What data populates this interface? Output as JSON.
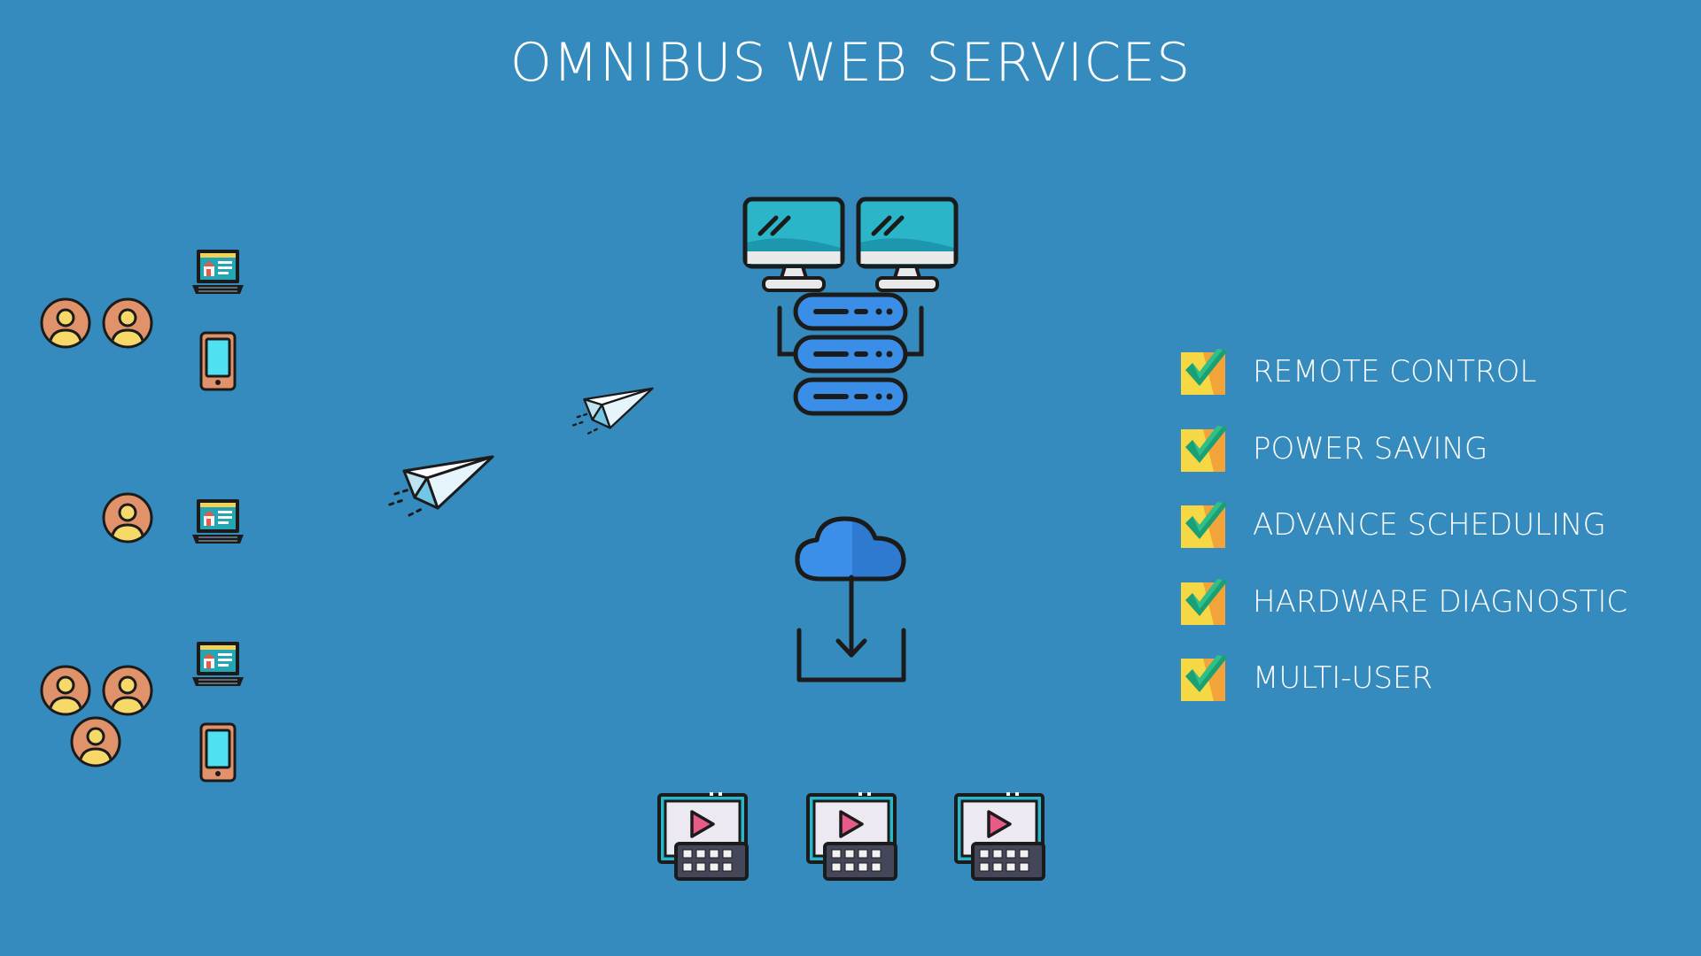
{
  "header": {
    "title": "OMNIBUS WEB SERVICES"
  },
  "features": [
    {
      "label": "REMOTE CONTROL"
    },
    {
      "label": "POWER SAVING"
    },
    {
      "label": "ADVANCE SCHEDULING"
    },
    {
      "label": "HARDWARE DIAGNOSTIC"
    },
    {
      "label": "MULTI-USER"
    }
  ],
  "colors": {
    "background": "#358bbd",
    "avatar": "#e0936b",
    "avatar_figure": "#f7d96a",
    "screen": "#2bb5c9",
    "server": "#3a8ee8",
    "cloud": "#3c8fe9",
    "check_box": "#f6d845",
    "check_mark": "#1aa074"
  },
  "icons": {
    "users": "user-avatar-icon",
    "laptop": "laptop-icon",
    "phone": "smartphone-icon",
    "plane": "paper-plane-icon",
    "server": "server-with-monitors-icon",
    "cloud": "cloud-download-icon",
    "player": "media-player-device-icon",
    "check": "checkmark-icon"
  }
}
